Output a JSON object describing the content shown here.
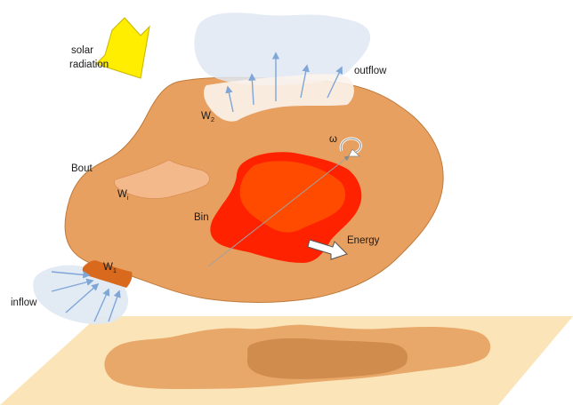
{
  "labels": {
    "solar_radiation_line1": "solar",
    "solar_radiation_line2": "radiation",
    "outflow": "outflow",
    "inflow": "inflow",
    "bout": "Bout",
    "bin": "Bin",
    "energy": "Energy",
    "omega": "ω",
    "w2_main": "W",
    "w2_sub": "2",
    "wi_main": "W",
    "wi_sub": "i",
    "w1_main": "W",
    "w1_sub": "1"
  },
  "colors": {
    "body": "#e8a060",
    "body_stroke": "#b86a30",
    "ground_plane": "#fbe4b8",
    "shadow_outer": "#e8a86a",
    "shadow_inner": "#d08c4c",
    "hot_core": "#ff2200",
    "hot_core_inner": "#ff5500",
    "inflow_outflow_cloud": "#dfe8f3",
    "flow_arrows": "#7fa6d6",
    "solar_arrow": "#ffee00",
    "inner_patch": "#f4b98a",
    "w1_patch": "#d9691c"
  },
  "icons": {
    "solar_arrow": "arrow-down-right-icon",
    "energy_arrow": "arrow-right-icon",
    "rotation": "curved-rotation-arrow-icon"
  }
}
